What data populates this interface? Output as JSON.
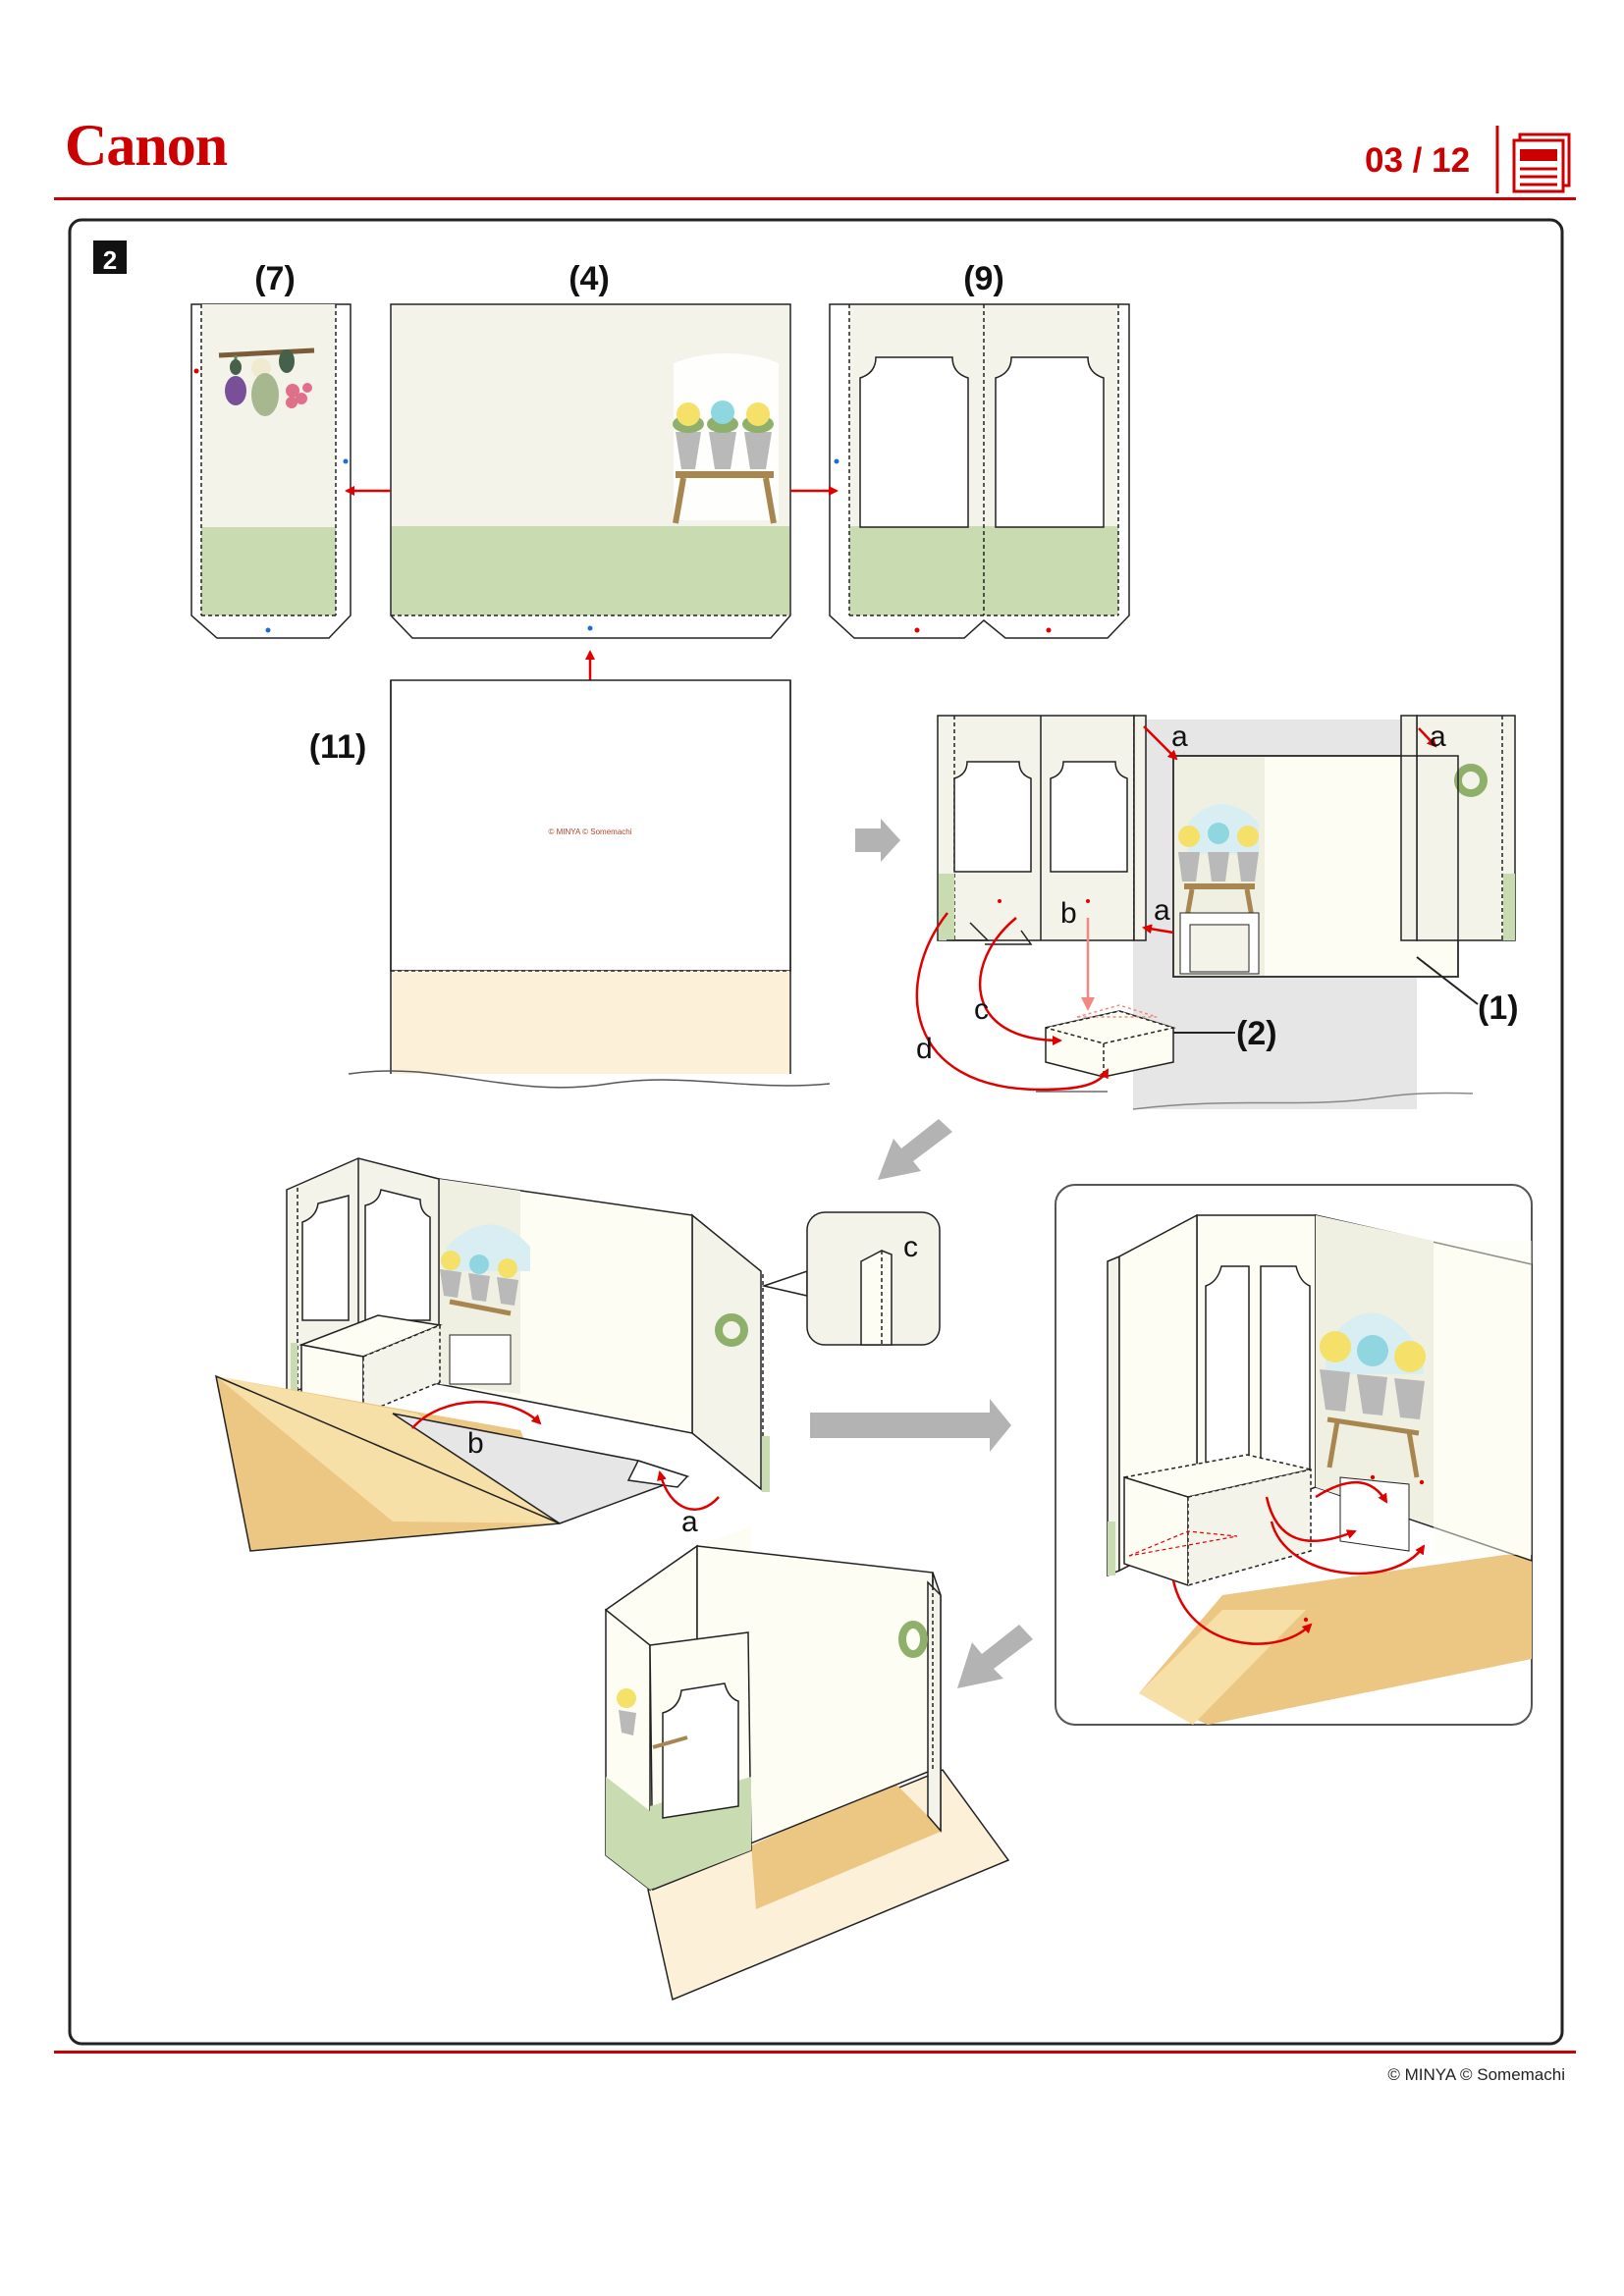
{
  "header": {
    "brand": "Canon",
    "page_number": "03 / 12"
  },
  "step_number": "2",
  "parts": {
    "p7": "(7)",
    "p4": "(4)",
    "p9": "(9)",
    "p11": "(11)",
    "p1": "(1)",
    "p2": "(2)"
  },
  "fold_letters": {
    "a": "a",
    "b": "b",
    "c": "c",
    "d": "d"
  },
  "sheet_credit": "© MINYA  © Somemachi",
  "footer": {
    "credit": "© MINYA  © Somemachi"
  },
  "colors": {
    "brand_red": "#cc0000",
    "paper": "#f4f3ea",
    "grass": "#c9dbb0",
    "floor": "#fdf0d8",
    "floor_dark": "#ecc783",
    "arrow_gray": "#b3b3b3",
    "guide_red": "#e00000"
  }
}
